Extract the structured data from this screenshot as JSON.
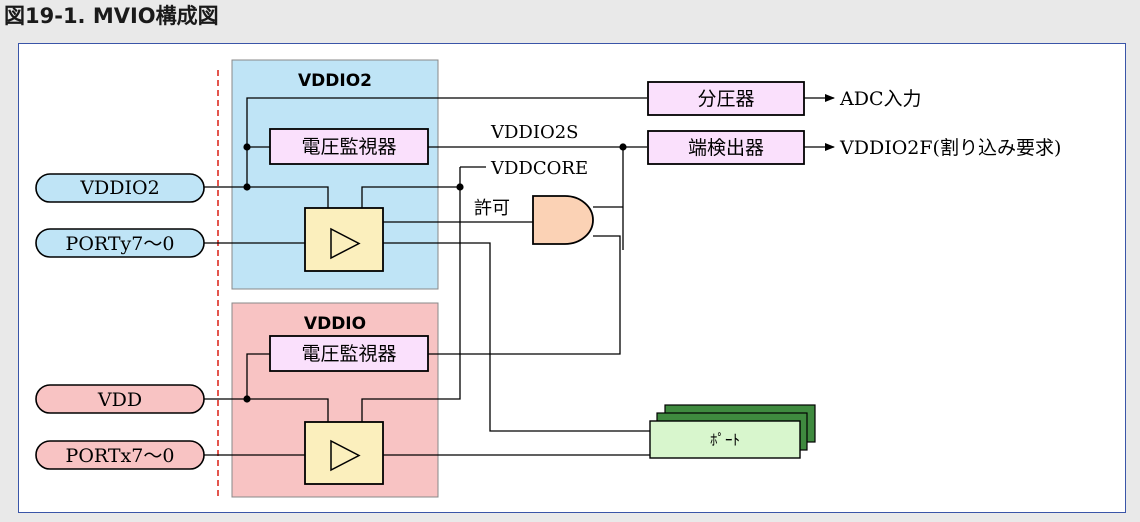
{
  "title": "図19-1. MVIO構成図",
  "domains": {
    "vddio2": {
      "label": "VDDIO2",
      "fill": "#bfe4f6"
    },
    "vddio": {
      "label": "VDDIO",
      "fill": "#f8c3c3"
    }
  },
  "blocks": {
    "divider": "分圧器",
    "edge_detector": "端検出器",
    "monitor_vddio2": "電圧監視器",
    "monitor_vddio": "電圧監視器",
    "port": "ﾎﾟｰﾄ"
  },
  "outputs": {
    "adc": "ADC入力",
    "interrupt": "VDDIO2F(割り込み要求)"
  },
  "signals": {
    "vddio2s": "VDDIO2S",
    "vddcore": "VDDCORE",
    "enable": "許可"
  },
  "pins": {
    "vddio2": "VDDIO2",
    "porty": "PORTy7～0",
    "vdd": "VDD",
    "portx": "PORTx7～0"
  },
  "colors": {
    "frame_border": "#3a55a8",
    "block_fill": "#fae0fc",
    "buffer_fill": "#fbefbd",
    "and_gate_fill": "#fbd2b5",
    "port_fill": "#d8f6cd",
    "port_shadow": "#3f8a3f",
    "pin_blue": "#bfe4f6",
    "pin_red": "#f8c3c3",
    "boundary_line": "#e0433a"
  }
}
